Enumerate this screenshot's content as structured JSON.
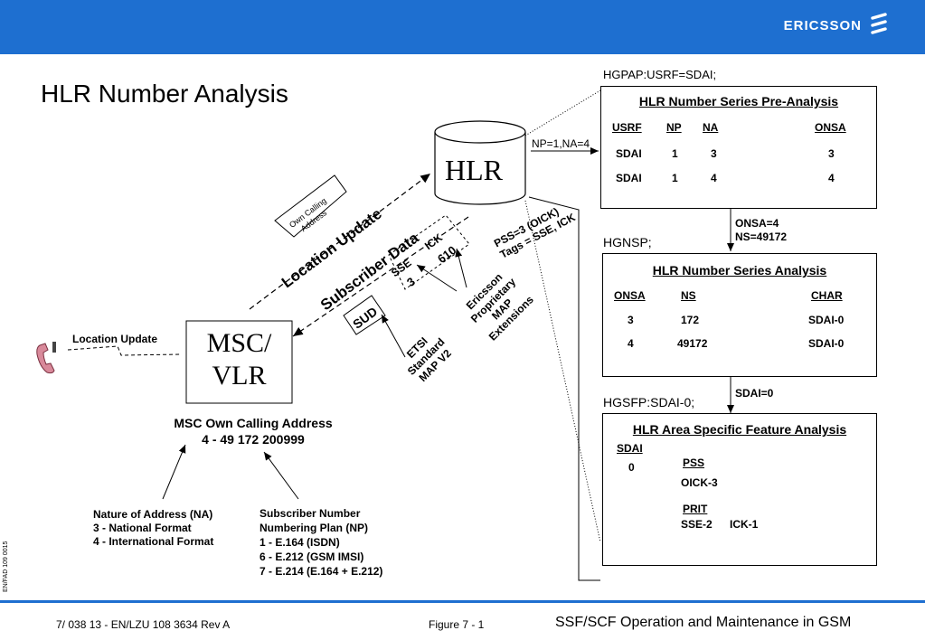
{
  "header": {
    "brand": "ERICSSON",
    "logo_icon": "ericsson-logo-icon",
    "bar_color": "#1e6fd0"
  },
  "title": "HLR Number Analysis",
  "hlr": {
    "label": "HLR"
  },
  "msc": {
    "line1": "MSC/",
    "line2": "VLR"
  },
  "phone_label": "Location Update",
  "own_calling": {
    "title": "MSC Own Calling Address",
    "value": "4 - 49 172 200999"
  },
  "nature": {
    "lines": [
      "Nature of Address (NA)",
      "3 - National Format",
      "4 - International Format"
    ]
  },
  "np": {
    "lines": [
      "Subscriber Number",
      "Numbering Plan (NP)",
      "1 - E.164 (ISDN)",
      "6 - E.212 (GSM IMSI)",
      "7 - E.214 (E.164 + E.212)"
    ]
  },
  "diagonal": {
    "location_update": "Location Update",
    "subscriber_data": "Subscriber Data",
    "own_calling_line1": "Own Calling",
    "own_calling_line2": "Address",
    "sud": "SUD",
    "sse": "SSE",
    "sse_val": "3",
    "ick": "ICK",
    "ick_val": "610",
    "pss_line1": "PSS=3 (OICK)",
    "pss_line2": "Tags = SSE, ICK",
    "ericsson_lines": [
      "Ericsson",
      "Proprietary",
      "MAP",
      "Extensions"
    ],
    "etsi_lines": [
      "ETSI",
      "Standard",
      "MAP V2"
    ]
  },
  "np_arrow": "NP=1,NA=4",
  "pre": {
    "cmd": "HGPAP:USRF=SDAI;",
    "title": "HLR Number Series Pre-Analysis",
    "columns": [
      "USRF",
      "NP",
      "NA",
      "ONSA"
    ],
    "rows": [
      [
        "SDAI",
        "1",
        "3",
        "3"
      ],
      [
        "SDAI",
        "1",
        "4",
        "4"
      ]
    ]
  },
  "arrow1": {
    "line1": "ONSA=4",
    "line2": "NS=49172"
  },
  "nsa": {
    "cmd": "HGNSP;",
    "title": "HLR Number Series Analysis",
    "columns": [
      "ONSA",
      "NS",
      "CHAR"
    ],
    "rows": [
      [
        "3",
        "172",
        "SDAI-0"
      ],
      [
        "4",
        "49172",
        "SDAI-0"
      ]
    ]
  },
  "arrow2": "SDAI=0",
  "asf": {
    "cmd": "HGSFP:SDAI-0;",
    "title": "HLR Area Specific Feature Analysis",
    "sdai_head": "SDAI",
    "sdai_val": "0",
    "pss_head": "PSS",
    "pss_val": "OICK-3",
    "prit_head": "PRIT",
    "prit_val1": "SSE-2",
    "prit_val2": "ICK-1"
  },
  "footer": {
    "doc": "7/ 038 13 - EN/LZU 108 3634 Rev A",
    "figure": "Figure 7 - 1",
    "course": "SSF/SCF Operation and Maintenance in GSM",
    "side": "EN/FAD 109 0015"
  }
}
